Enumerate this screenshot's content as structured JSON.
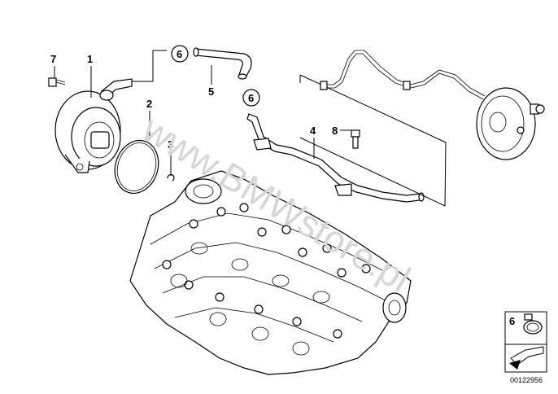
{
  "watermark": "www.BMWstore.pl",
  "drawing_number": "00122956",
  "callouts": {
    "c1": "1",
    "c2": "2",
    "c3": "3",
    "c4": "4",
    "c5": "5",
    "c6a": "6",
    "c6b": "6",
    "c7": "7",
    "c8": "8"
  },
  "legend": {
    "number": "6"
  }
}
